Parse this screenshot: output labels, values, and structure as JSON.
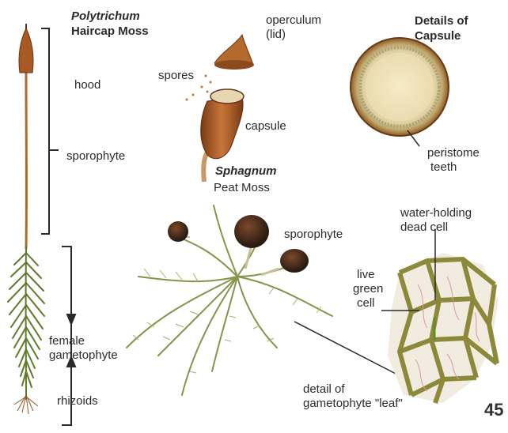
{
  "polytrichum": {
    "title": "Polytrichum",
    "subtitle": "Haircap Moss"
  },
  "sphagnum": {
    "title": "Sphagnum",
    "subtitle": "Peat Moss"
  },
  "capsule_details": {
    "line1": "Details of",
    "line2": "Capsule"
  },
  "labels": {
    "hood": "hood",
    "sporophyte_left": "sporophyte",
    "female": "female",
    "gametophyte": "gametophyte",
    "rhizoids": "rhizoids",
    "operculum": "operculum",
    "lid": "(lid)",
    "spores": "spores",
    "capsule": "capsule",
    "peristome": "peristome",
    "teeth": "teeth",
    "sporophyte_right": "sporophyte",
    "water_holding": "water-holding",
    "dead_cell": "dead cell",
    "live": "live",
    "green": "green",
    "cell": "cell",
    "detail_of": "detail of",
    "gametophyte_leaf": "gametophyte \"leaf\""
  },
  "page_number": "45",
  "colors": {
    "capsule_brown": "#a85a24",
    "moss_green": "#7e8e3c",
    "cell_wall": "#8c8a3a"
  }
}
